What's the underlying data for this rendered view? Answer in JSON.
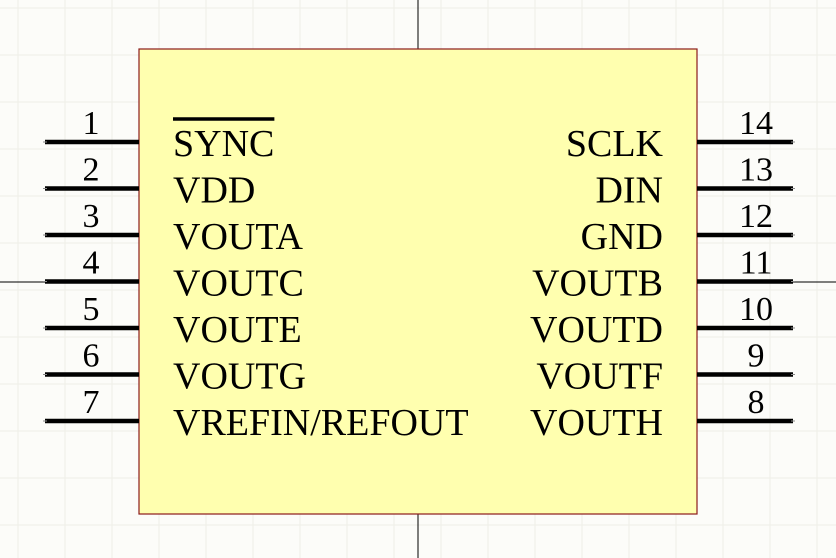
{
  "component": {
    "body_fill": "#FFFFAF",
    "body_stroke": "#8B1A1A",
    "left_pins": [
      {
        "number": "1",
        "name": "SYNC",
        "active_low": true
      },
      {
        "number": "2",
        "name": "VDD"
      },
      {
        "number": "3",
        "name": "VOUTA"
      },
      {
        "number": "4",
        "name": "VOUTC"
      },
      {
        "number": "5",
        "name": "VOUTE"
      },
      {
        "number": "6",
        "name": "VOUTG"
      },
      {
        "number": "7",
        "name": "VREFIN/REFOUT"
      }
    ],
    "right_pins": [
      {
        "number": "14",
        "name": "SCLK"
      },
      {
        "number": "13",
        "name": "DIN"
      },
      {
        "number": "12",
        "name": "GND"
      },
      {
        "number": "11",
        "name": "VOUTB"
      },
      {
        "number": "10",
        "name": "VOUTD"
      },
      {
        "number": "9",
        "name": "VOUTF"
      },
      {
        "number": "8",
        "name": "VOUTH"
      }
    ]
  }
}
